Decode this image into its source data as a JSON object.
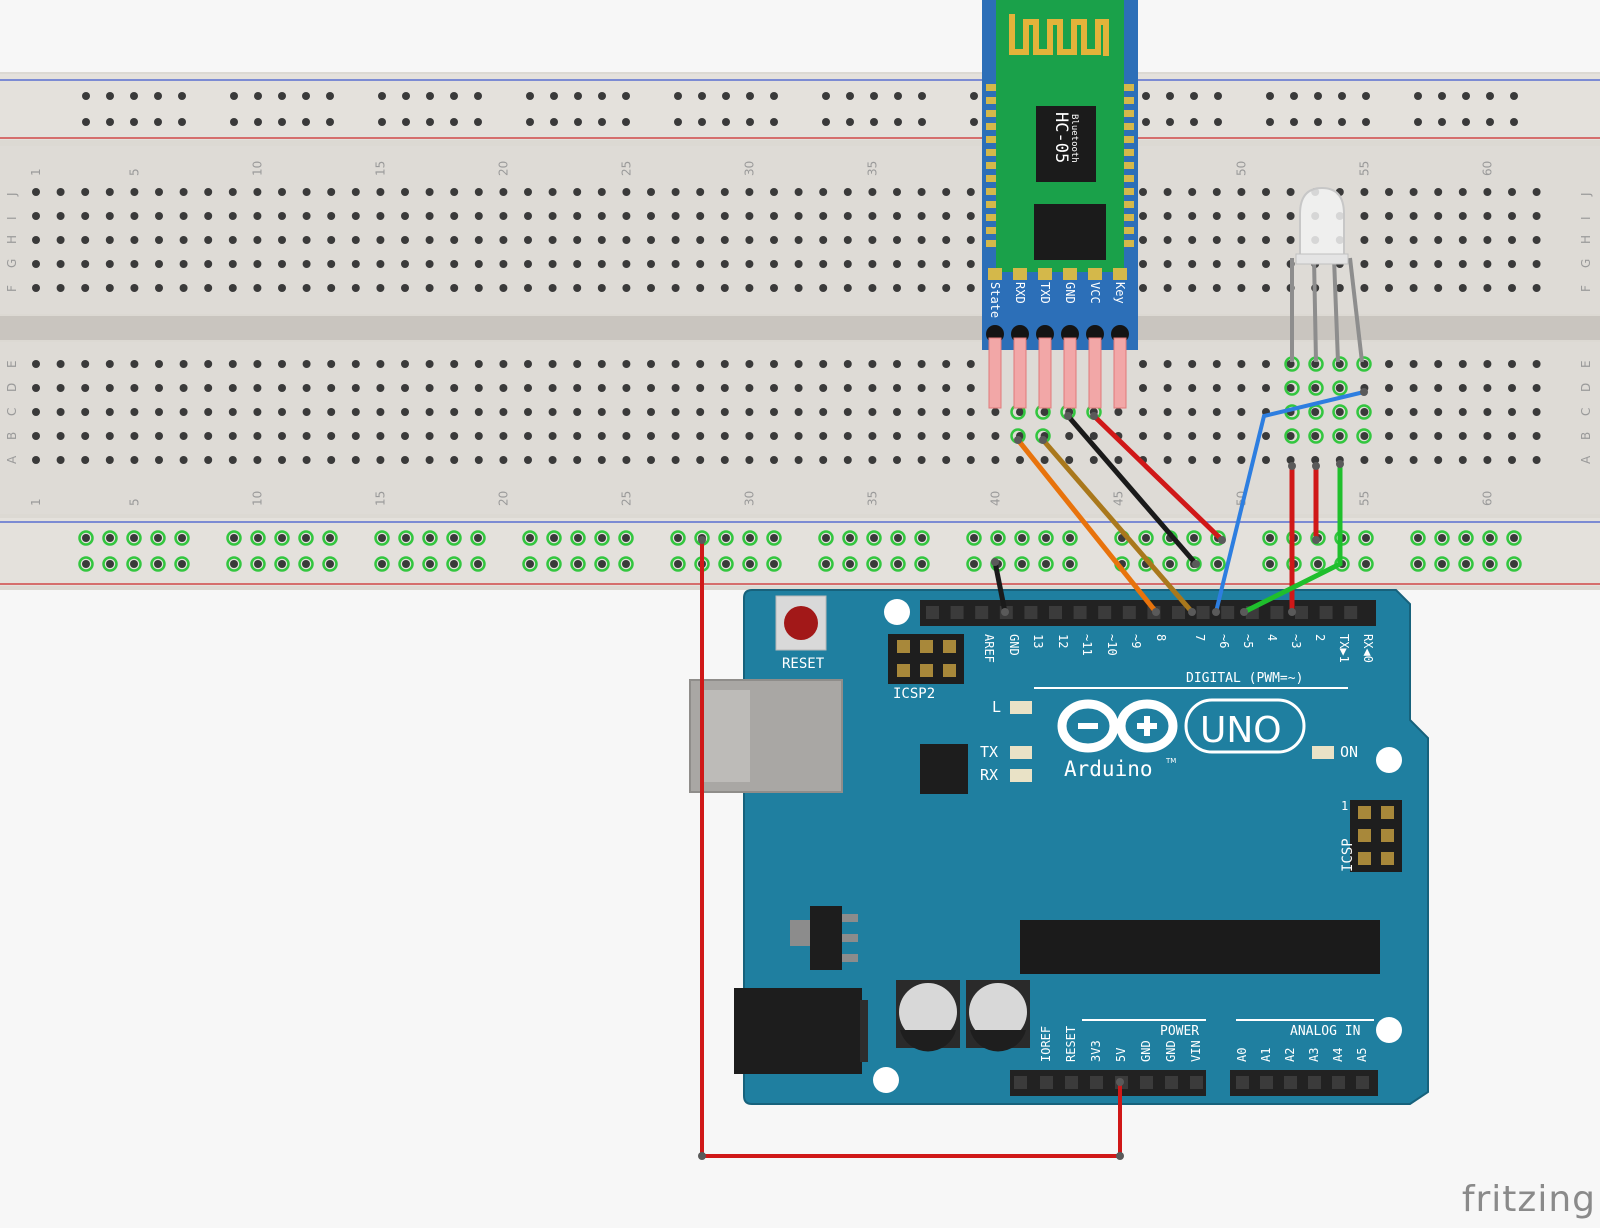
{
  "breadboard": {
    "column_numbers": [
      "1",
      "5",
      "10",
      "15",
      "20",
      "25",
      "30",
      "35",
      "40",
      "45",
      "50",
      "55",
      "60"
    ],
    "row_letters_top": [
      "J",
      "I",
      "H",
      "G",
      "F"
    ],
    "row_letters_bottom": [
      "E",
      "D",
      "C",
      "B",
      "A"
    ]
  },
  "hc05": {
    "model": "HC-05",
    "subtitle": "Bluetooth",
    "pins": [
      "State",
      "RXD",
      "TXD",
      "GND",
      "VCC",
      "Key"
    ]
  },
  "arduino": {
    "reset_label": "RESET",
    "icsp2_label": "ICSP2",
    "icsp_label": "ICSP",
    "icsp_pin1": "1",
    "digital_header_label": "DIGITAL (PWM=~)",
    "digital_pins": [
      "AREF",
      "GND",
      "13",
      "12",
      "~11",
      "~10",
      "~9",
      "8",
      "7",
      "~6",
      "~5",
      "4",
      "~3",
      "2",
      "TX▶1",
      "RX◀0"
    ],
    "led_labels": [
      "L",
      "TX",
      "RX"
    ],
    "on_label": "ON",
    "brand": "Arduino",
    "trademark": "TM",
    "model": "UNO",
    "power_label": "POWER",
    "power_pins": [
      "IOREF",
      "RESET",
      "3V3",
      "5V",
      "GND",
      "GND",
      "VIN"
    ],
    "analog_label": "ANALOG IN",
    "analog_pins": [
      "A0",
      "A1",
      "A2",
      "A3",
      "A4",
      "A5"
    ]
  },
  "watermark": "fritzing",
  "colors": {
    "board": "#1f7fa0",
    "board_dark": "#17627c",
    "breadboard": "#dcd9d3",
    "wire_red": "#d01818",
    "wire_orange": "#e8730c",
    "wire_olive": "#a9781c",
    "wire_black": "#1a1a1a",
    "wire_blue": "#2d7ee0",
    "wire_green": "#1fbf2c",
    "hc05_pcb": "#1aa14a",
    "hc05_border": "#2c6fb8"
  }
}
